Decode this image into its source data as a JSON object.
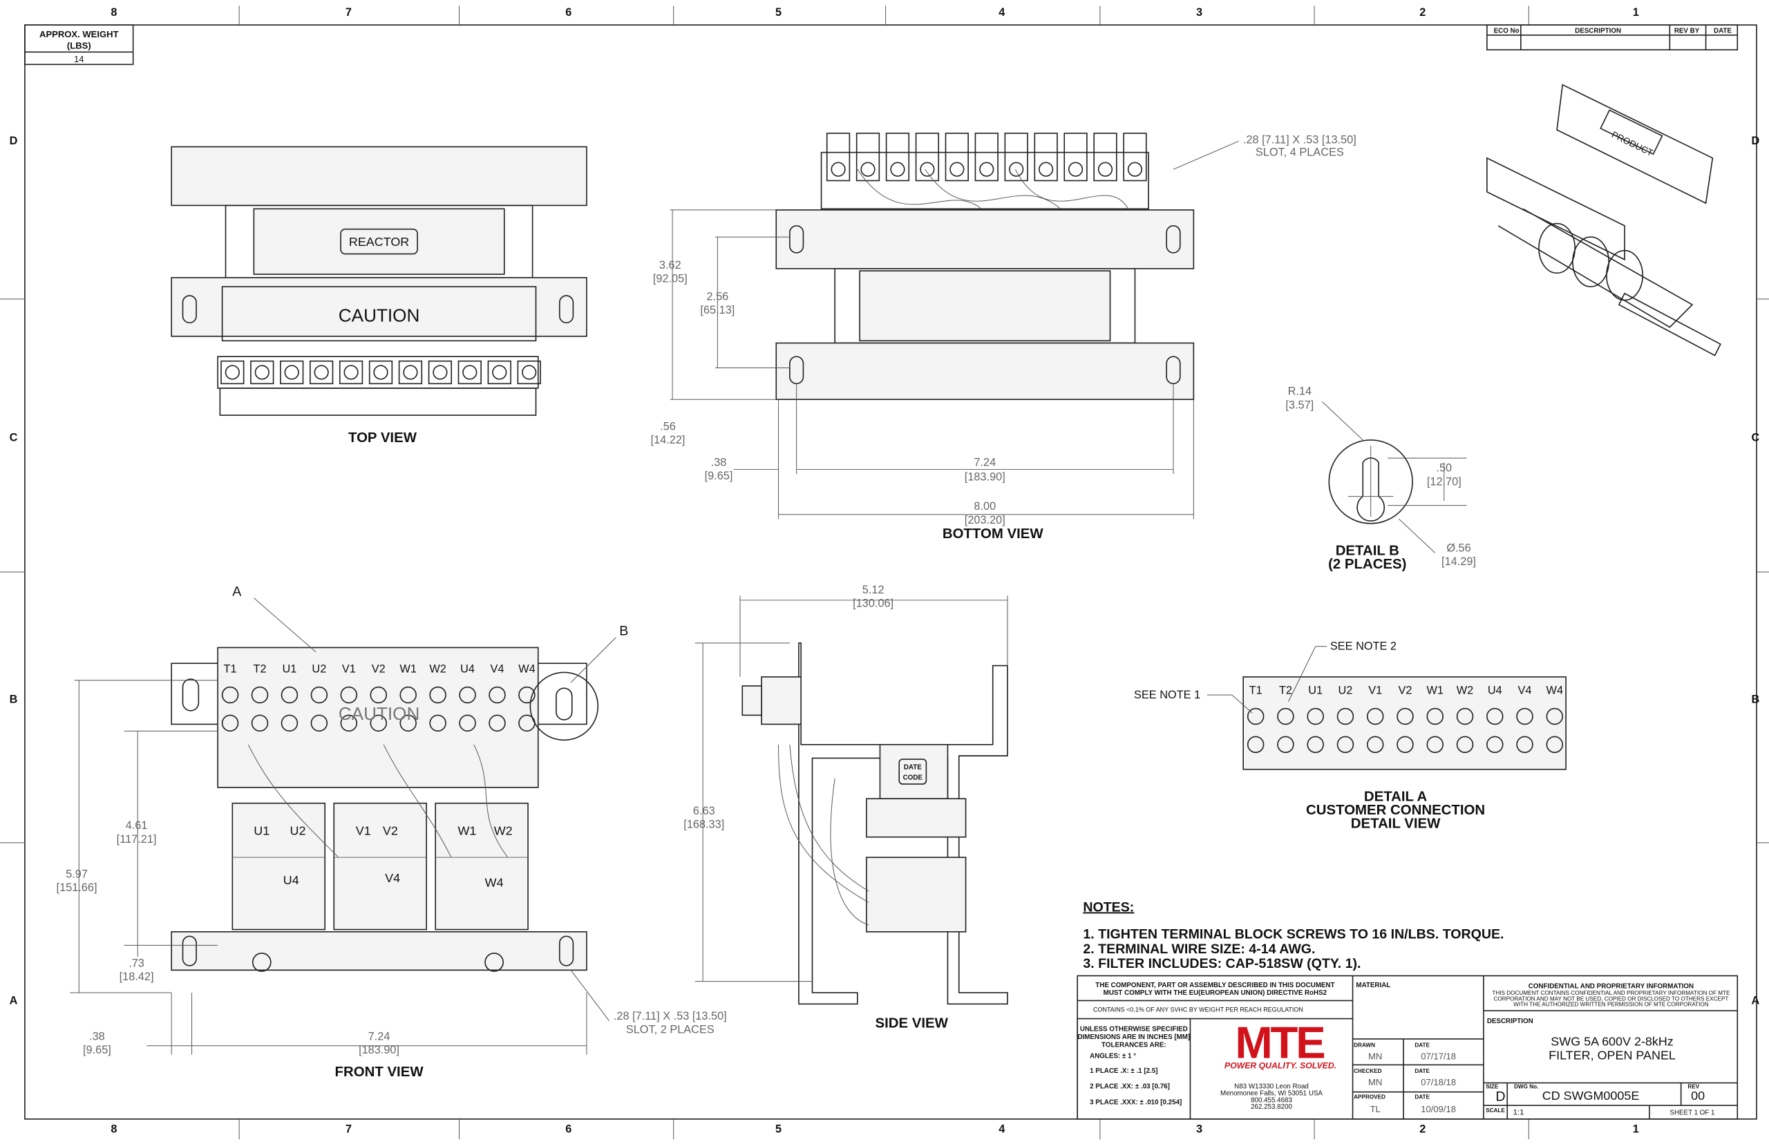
{
  "zones_top": [
    "8",
    "7",
    "6",
    "5",
    "4",
    "3",
    "2",
    "1"
  ],
  "zones_side": [
    "D",
    "C",
    "B",
    "A"
  ],
  "weight": {
    "label1": "APPROX. WEIGHT",
    "label2": "(LBS)",
    "value": "14"
  },
  "revision_block": {
    "headers": [
      "ECO No",
      "DESCRIPTION",
      "REV BY",
      "DATE"
    ]
  },
  "views": {
    "top": "TOP VIEW",
    "bottom": "BOTTOM VIEW",
    "front": "FRONT VIEW",
    "side": "SIDE VIEW",
    "detail_b": [
      "DETAIL B",
      "(2 PLACES)"
    ],
    "detail_a": [
      "DETAIL A",
      "CUSTOMER CONNECTION",
      "DETAIL VIEW"
    ]
  },
  "labels": {
    "reactor": "REACTOR",
    "caution": "CAUTION",
    "product": "PRODUCT",
    "date_code": [
      "DATE",
      "CODE"
    ],
    "callout_a": "A",
    "callout_b": "B",
    "see_note_1": "SEE NOTE 1",
    "see_note_2": "SEE NOTE 2",
    "terminals": [
      "T1",
      "T2",
      "U1",
      "U2",
      "V1",
      "V2",
      "W1",
      "W2",
      "U4",
      "V4",
      "W4"
    ],
    "coils_top": [
      "U1",
      "U2",
      "V1",
      "V2",
      "W1",
      "W2"
    ],
    "coils_bottom": [
      "U4",
      "V4",
      "W4"
    ]
  },
  "dimensions": {
    "slot4": [
      ".28 [7.11] X .53 [13.50]",
      "SLOT, 4 PLACES"
    ],
    "d362": [
      "3.62",
      "[92.05]"
    ],
    "d256": [
      "2.56",
      "[65.13]"
    ],
    "d056": [
      ".56",
      "[14.22]"
    ],
    "d038b": [
      ".38",
      "[9.65]"
    ],
    "d724b": [
      "7.24",
      "[183.90]"
    ],
    "d800": [
      "8.00",
      "[203.20]"
    ],
    "r14": [
      "R.14",
      "[3.57]"
    ],
    "d050": [
      ".50",
      "[12.70]"
    ],
    "dia56": [
      "Ø.56",
      "[14.29]"
    ],
    "d512": [
      "5.12",
      "[130.06]"
    ],
    "d663": [
      "6.63",
      "[168.33]"
    ],
    "d461": [
      "4.61",
      "[117.21]"
    ],
    "d597": [
      "5.97",
      "[151.66]"
    ],
    "d073": [
      ".73",
      "[18.42]"
    ],
    "d038f": [
      ".38",
      "[9.65]"
    ],
    "d724f": [
      "7.24",
      "[183.90]"
    ],
    "slot2": [
      ".28 [7.11] X .53 [13.50]",
      "SLOT, 2 PLACES"
    ]
  },
  "notes": {
    "title": "NOTES:",
    "items": [
      "1.  TIGHTEN TERMINAL BLOCK SCREWS TO 16 IN/LBS. TORQUE.",
      "2.  TERMINAL WIRE SIZE: 4-14 AWG.",
      "3.  FILTER INCLUDES: CAP-518SW (QTY. 1)."
    ]
  },
  "title_block": {
    "rohs": [
      "THE COMPONENT, PART OR ASSEMBLY DESCRIBED IN THIS DOCUMENT",
      "MUST COMPLY WITH THE EU(EUROPEAN UNION) DIRECTIVE RoHS2"
    ],
    "reach": "CONTAINS <0.1% OF ANY SVHC BY WEIGHT PER REACH REGULATION",
    "tolerances": [
      "UNLESS OTHERWISE SPECIFIED",
      "DIMENSIONS ARE IN INCHES [MM]",
      "TOLERANCES ARE:"
    ],
    "angles": "ANGLES: ± 1 °",
    "place1": "1 PLACE .X: ± .1 [2.5]",
    "place2": "2 PLACE .XX: ± .03 [0.76]",
    "place3": "3 PLACE .XXX: ± .010 [0.254]",
    "logo": "MTE",
    "tagline": "POWER QUALITY. SOLVED.",
    "address": [
      "N83 W13330 Leon Road",
      "Menomonee Falls, WI 53051 USA",
      "800.455.4683",
      "262.253.8200"
    ],
    "material_label": "MATERIAL",
    "drawn_label": "DRAWN",
    "drawn": "MN",
    "checked_label": "CHECKED",
    "checked": "MN",
    "approved_label": "APPROVED",
    "approved": "TL",
    "date_label": "DATE",
    "drawn_date": "07/17/18",
    "checked_date": "07/18/18",
    "approved_date": "10/09/18",
    "confidential_title": "CONFIDENTIAL AND PROPRIETARY INFORMATION",
    "confidential": [
      "THIS DOCUMENT CONTAINS CONFIDENTIAL AND PROPRIETARY INFORMATION OF MTE",
      "CORPORATION AND MAY NOT BE USED, COPIED OR DISCLOSED TO OTHERS EXCEPT",
      "WITH THE AUTHORIZED WRITTEN PERMISSION OF MTE CORPORATION"
    ],
    "description_label": "DESCRIPTION",
    "description": [
      "SWG 5A 600V 2-8kHz",
      "FILTER, OPEN PANEL"
    ],
    "size_label": "SIZE",
    "size": "D",
    "dwg_label": "DWG No.",
    "dwg": "CD SWGM0005E",
    "rev_label": "REV",
    "rev": "00",
    "scale_label": "SCALE",
    "scale": "1:1",
    "sheet": "SHEET 1  OF 1"
  },
  "colors": {
    "logo_red": "#d2121b"
  }
}
